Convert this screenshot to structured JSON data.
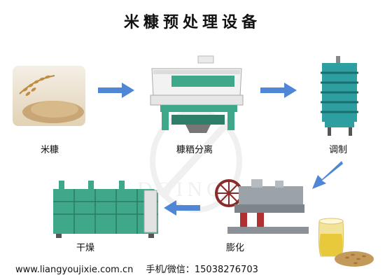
{
  "title": "米糠预处理设备",
  "steps": [
    {
      "label": "米糠",
      "icon": "rice-bran-photo-icon"
    },
    {
      "label": "糠粞分离",
      "icon": "bran-separator-machine-icon"
    },
    {
      "label": "调制",
      "icon": "conditioning-tower-icon"
    },
    {
      "label": "膨化",
      "icon": "extruder-machine-icon"
    },
    {
      "label": "干燥",
      "icon": "dryer-machine-icon"
    }
  ],
  "watermark": "DOING",
  "footer": {
    "website": "www.liangyoujixie.com.cn",
    "contact": "手机/微信：15038276703"
  },
  "colors": {
    "arrow": "#4f86d6",
    "machine_green": "#3fa88a",
    "machine_teal": "#2e9fa0"
  }
}
